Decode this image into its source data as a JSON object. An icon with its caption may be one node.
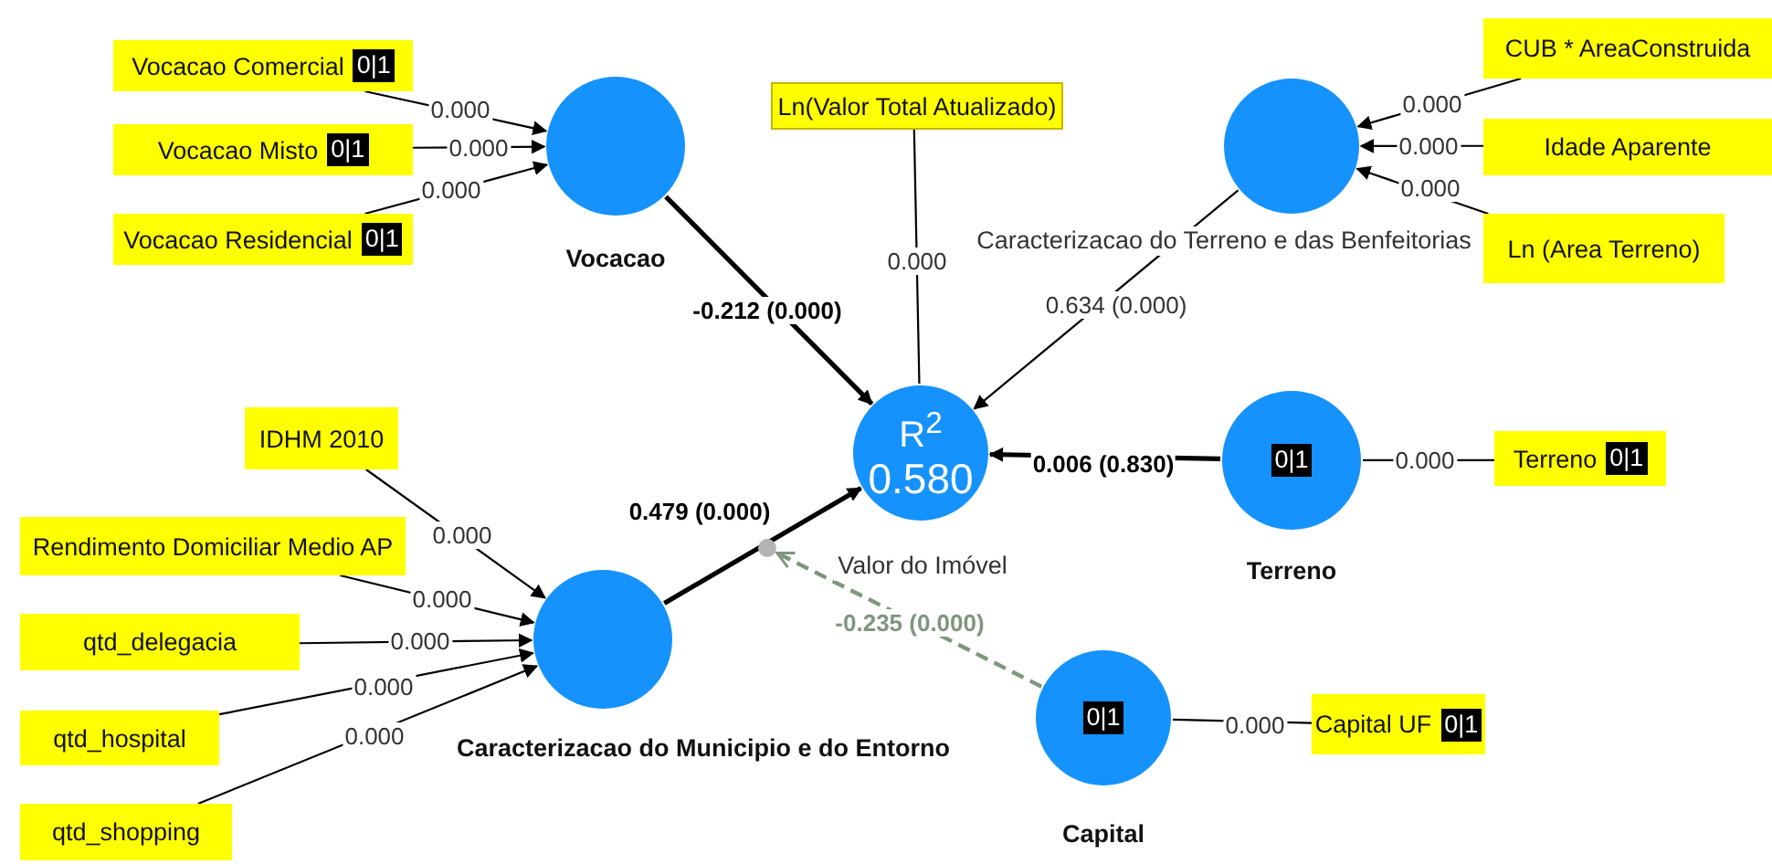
{
  "diagram": {
    "nodes": [
      {
        "text": [
          "Vocacao Comercial",
          "0|1"
        ]
      },
      {
        "text": [
          "Vocacao Misto",
          "0|1"
        ]
      },
      {
        "text": [
          "Vocacao Residencial",
          "0|1"
        ]
      },
      {
        "text": [],
        "shape": "circle",
        "beside": [
          "Vocacao"
        ]
      },
      {
        "text": [
          "Ln(Valor Total Atualizado)"
        ]
      },
      {
        "text": [
          "CUB * AreaConstruida"
        ]
      },
      {
        "text": [
          "Idade Aparente"
        ]
      },
      {
        "text": [
          "Ln (Area Terreno)"
        ]
      },
      {
        "text": [],
        "shape": "circle",
        "beside": [
          "Caracterizacao  do Terreno e das Benfeitorias"
        ]
      },
      {
        "text": [
          "IDHM 2010"
        ]
      },
      {
        "text": [
          "Rendimento Domiciliar Medio AP"
        ]
      },
      {
        "text": [
          "qtd_delegacia"
        ]
      },
      {
        "text": [
          "qtd_hospital"
        ]
      },
      {
        "text": [
          "qtd_shopping"
        ]
      },
      {
        "text": [],
        "shape": "circle",
        "beside": [
          "Caracterizacao do Municipio e do Entorno"
        ]
      },
      {
        "text": [
          "R$^{2}$",
          "0.580"
        ],
        "beside": [
          "Valor do Imóvel"
        ]
      },
      {
        "text": [
          "0|1"
        ],
        "beside": [
          "Terreno"
        ]
      },
      {
        "text": [
          "Terreno",
          "0|1"
        ]
      },
      {
        "text": [
          "0|1"
        ],
        "beside": [
          "Capital"
        ]
      },
      {
        "text": [
          "Capital UF",
          "0|1"
        ]
      },
      {
        "text": [],
        "shape": "circle"
      }
    ],
    "edges": [
      {
        "from": 0,
        "to": 3,
        "arrow": "to",
        "label": "0.000"
      },
      {
        "from": 1,
        "to": 3,
        "arrow": "to",
        "label": "0.000"
      },
      {
        "from": 2,
        "to": 3,
        "arrow": "to",
        "label": "0.000"
      },
      {
        "from": 4,
        "to": 15,
        "arrow": "none",
        "label": "0.000"
      },
      {
        "from": 5,
        "to": 8,
        "arrow": "to",
        "label": "0.000"
      },
      {
        "from": 6,
        "to": 8,
        "arrow": "to",
        "label": "0.000"
      },
      {
        "from": 7,
        "to": 8,
        "arrow": "to",
        "label": "0.000"
      },
      {
        "from": 9,
        "to": 14,
        "arrow": "to",
        "label": "0.000"
      },
      {
        "from": 10,
        "to": 14,
        "arrow": "to",
        "label": "0.000"
      },
      {
        "from": 11,
        "to": 14,
        "arrow": "to",
        "label": "0.000"
      },
      {
        "from": 12,
        "to": 14,
        "arrow": "to",
        "label": "0.000"
      },
      {
        "from": 13,
        "to": 14,
        "arrow": "to",
        "label": "0.000"
      },
      {
        "from": 16,
        "to": 17,
        "arrow": "none",
        "label": "0.000"
      },
      {
        "from": 18,
        "to": 19,
        "arrow": "none",
        "label": "0.000"
      },
      {
        "from": 3,
        "to": 15,
        "arrow": "to",
        "label": "-0.212 (0.000)",
        "style": "thick"
      },
      {
        "from": 8,
        "to": 15,
        "arrow": "to",
        "label": "0.634 (0.000)"
      },
      {
        "from": 16,
        "to": 15,
        "arrow": "to",
        "label": "0.006 (0.830)",
        "style": "thick"
      },
      {
        "from": 14,
        "to": 15,
        "arrow": "to",
        "label": "0.479 (0.000)",
        "style": "thick"
      },
      {
        "from": 18,
        "to": 20,
        "arrow": "to",
        "label": "-0.235 (0.000)",
        "style": "dashed",
        "color": "#7f967f"
      }
    ]
  }
}
